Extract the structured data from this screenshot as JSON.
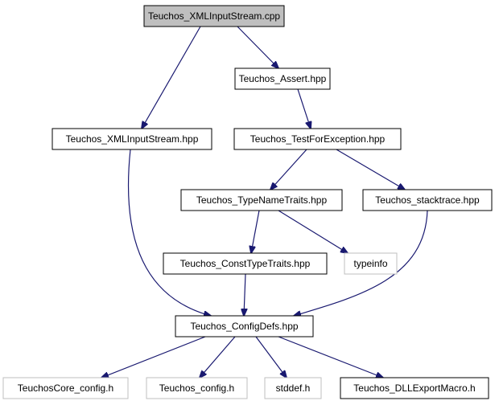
{
  "graph": {
    "colors": {
      "edge": "#191970",
      "root_fill": "#bfbfbf",
      "node_border": "#000000",
      "external_border": "#bfbfbf"
    },
    "nodes": [
      {
        "id": "xmlinputstream_cpp",
        "label": "Teuchos_XMLInputStream.cpp",
        "kind": "root"
      },
      {
        "id": "assert_hpp",
        "label": "Teuchos_Assert.hpp",
        "kind": "normal"
      },
      {
        "id": "xmlinputstream_hpp",
        "label": "Teuchos_XMLInputStream.hpp",
        "kind": "normal"
      },
      {
        "id": "testforexception_hpp",
        "label": "Teuchos_TestForException.hpp",
        "kind": "normal"
      },
      {
        "id": "typenametraits_hpp",
        "label": "Teuchos_TypeNameTraits.hpp",
        "kind": "normal"
      },
      {
        "id": "stacktrace_hpp",
        "label": "Teuchos_stacktrace.hpp",
        "kind": "normal"
      },
      {
        "id": "consttypetraits_hpp",
        "label": "Teuchos_ConstTypeTraits.hpp",
        "kind": "normal"
      },
      {
        "id": "typeinfo",
        "label": "typeinfo",
        "kind": "external"
      },
      {
        "id": "configdefs_hpp",
        "label": "Teuchos_ConfigDefs.hpp",
        "kind": "normal"
      },
      {
        "id": "teuchoscore_config_h",
        "label": "TeuchosCore_config.h",
        "kind": "external"
      },
      {
        "id": "teuchos_config_h",
        "label": "Teuchos_config.h",
        "kind": "external"
      },
      {
        "id": "stddef_h",
        "label": "stddef.h",
        "kind": "external"
      },
      {
        "id": "dllexportmacro_h",
        "label": "Teuchos_DLLExportMacro.h",
        "kind": "normal"
      }
    ],
    "edges": [
      {
        "from": "xmlinputstream_cpp",
        "to": "assert_hpp"
      },
      {
        "from": "xmlinputstream_cpp",
        "to": "xmlinputstream_hpp"
      },
      {
        "from": "assert_hpp",
        "to": "testforexception_hpp"
      },
      {
        "from": "testforexception_hpp",
        "to": "typenametraits_hpp"
      },
      {
        "from": "testforexception_hpp",
        "to": "stacktrace_hpp"
      },
      {
        "from": "typenametraits_hpp",
        "to": "consttypetraits_hpp"
      },
      {
        "from": "typenametraits_hpp",
        "to": "typeinfo"
      },
      {
        "from": "xmlinputstream_hpp",
        "to": "configdefs_hpp"
      },
      {
        "from": "consttypetraits_hpp",
        "to": "configdefs_hpp"
      },
      {
        "from": "stacktrace_hpp",
        "to": "configdefs_hpp"
      },
      {
        "from": "configdefs_hpp",
        "to": "teuchoscore_config_h"
      },
      {
        "from": "configdefs_hpp",
        "to": "teuchos_config_h"
      },
      {
        "from": "configdefs_hpp",
        "to": "stddef_h"
      },
      {
        "from": "configdefs_hpp",
        "to": "dllexportmacro_h"
      }
    ]
  }
}
